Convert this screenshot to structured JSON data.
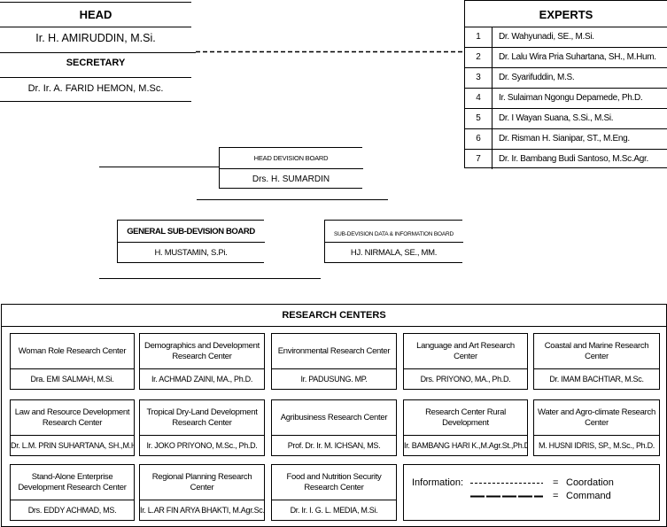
{
  "head": {
    "title": "HEAD",
    "name": "Ir. H. AMIRUDDIN, M.Si.",
    "secretary_title": "SECRETARY",
    "secretary_name": "Dr. Ir. A. FARID HEMON, M.Sc."
  },
  "experts": {
    "title": "EXPERTS",
    "items": [
      {
        "no": "1",
        "name": "Dr. Wahyunadi, SE., M.Si."
      },
      {
        "no": "2",
        "name": "Dr. Lalu Wira Pria Suhartana, SH., M.Hum."
      },
      {
        "no": "3",
        "name": "Dr. Syarifuddin, M.S."
      },
      {
        "no": "4",
        "name": "Ir. Sulaiman Ngongu Depamede, Ph.D."
      },
      {
        "no": "5",
        "name": "Dr. I Wayan Suana, S.Si., M.Si."
      },
      {
        "no": "6",
        "name": "Dr. Risman H. Sianipar, ST., M.Eng."
      },
      {
        "no": "7",
        "name": "Dr. Ir. Bambang Budi Santoso, M.Sc.Agr."
      }
    ]
  },
  "head_division": {
    "title": "HEAD DEVISION BOARD",
    "name": "Drs. H. SUMARDIN"
  },
  "general_sub": {
    "title": "GENERAL SUB-DEVISION BOARD",
    "name": "H. MUSTAMIN, S.Pi."
  },
  "data_sub": {
    "title": "SUB-DEVISION DATA & INFORMATION BOARD",
    "name": "HJ. NIRMALA, SE., MM."
  },
  "research": {
    "title": "RESEARCH CENTERS",
    "centers": [
      {
        "title": "Woman Role Research Center",
        "head": "Dra. EMI SALMAH, M.Si."
      },
      {
        "title": "Demographics and Development Research Center",
        "head": "Ir. ACHMAD ZAINI, MA., Ph.D."
      },
      {
        "title": "Environmental Research Center",
        "head": "Ir. PADUSUNG. MP."
      },
      {
        "title": "Language and Art Research Center",
        "head": "Drs. PRIYONO, MA., Ph.D."
      },
      {
        "title": "Coastal and Marine Research Center",
        "head": "Dr. IMAM BACHTIAR, M.Sc."
      },
      {
        "title": "Law and  Resource Development Research Center",
        "head": "Dr. L.M. PRIN SUHARTANA, SH.,M.Hum."
      },
      {
        "title": "Tropical Dry-Land Development Research Center",
        "head": "Ir. JOKO PRIYONO, M.Sc., Ph.D."
      },
      {
        "title": "Agribusiness Research Center",
        "head": "Prof. Dr. Ir. M. ICHSAN, MS."
      },
      {
        "title": "Research Center Rural Development",
        "head": "Ir. BAMBANG HARI K.,M.Agr.St.,Ph.D"
      },
      {
        "title": "Water and Agro-climate Research Center",
        "head": "M. HUSNI IDRIS, SP., M.Sc., Ph.D."
      },
      {
        "title": "Stand-Alone Enterprise Development Research Center",
        "head": "Drs. EDDY ACHMAD, MS."
      },
      {
        "title": "Regional Planning Research Center",
        "head": "Ir. L.AR FIN ARYA BHAKTI, M.Agr.Sc."
      },
      {
        "title": "Food and Nutrition Security Research Center",
        "head": "Dr. Ir. I. G. L. MEDIA, M.Si."
      }
    ]
  },
  "legend": {
    "label": "Information:",
    "eq1": "=",
    "coord": "Coordation",
    "eq2": "=",
    "command": "Command"
  }
}
